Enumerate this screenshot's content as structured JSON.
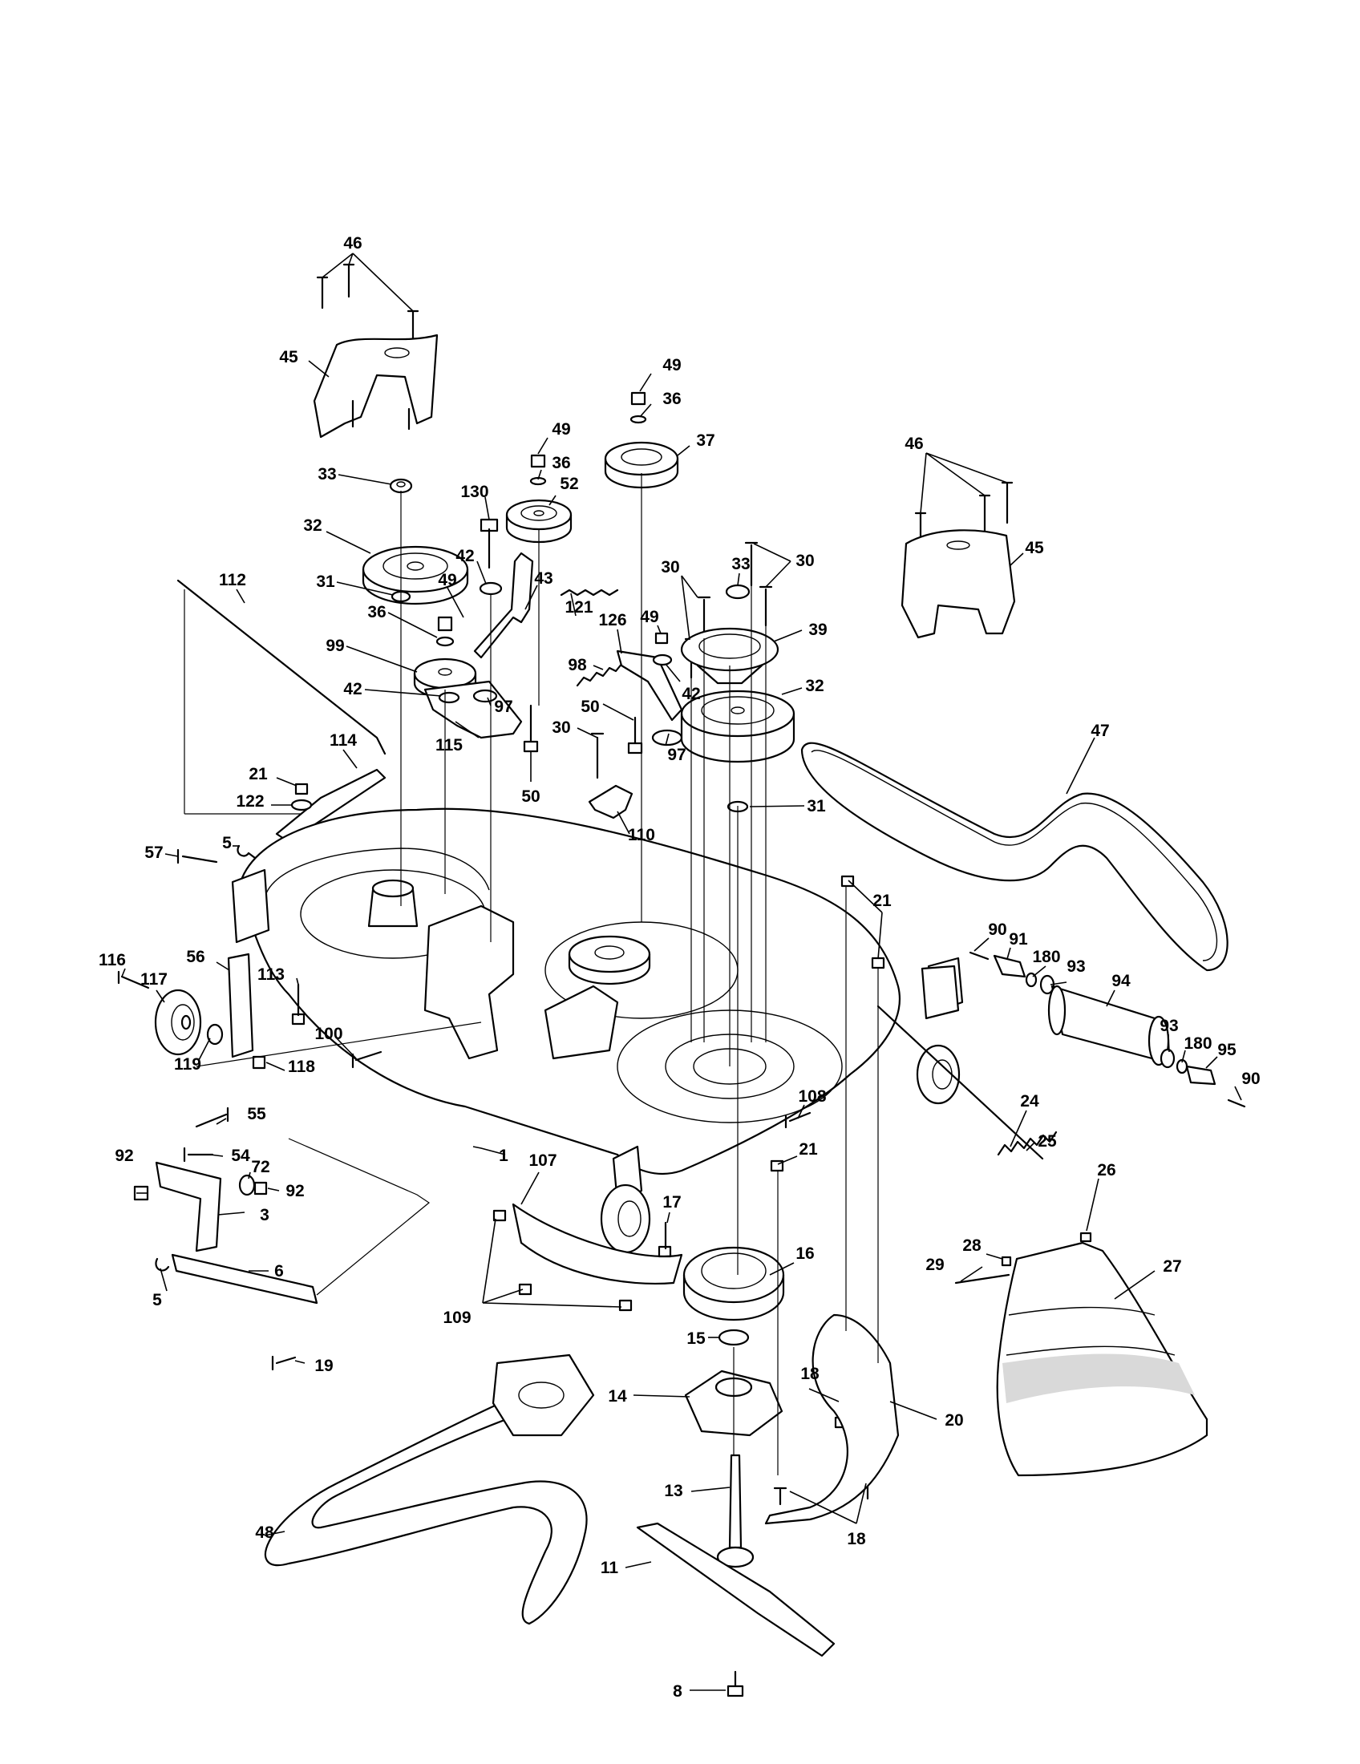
{
  "labels": [
    {
      "id": "l46a",
      "text": "46"
    },
    {
      "id": "l45a",
      "text": "45"
    },
    {
      "id": "l33a",
      "text": "33"
    },
    {
      "id": "l32a",
      "text": "32"
    },
    {
      "id": "l31a",
      "text": "31"
    },
    {
      "id": "l36a",
      "text": "36"
    },
    {
      "id": "l99",
      "text": "99"
    },
    {
      "id": "l42a",
      "text": "42"
    },
    {
      "id": "l49a",
      "text": "49"
    },
    {
      "id": "l130",
      "text": "130"
    },
    {
      "id": "l42b",
      "text": "42"
    },
    {
      "id": "l49b",
      "text": "49"
    },
    {
      "id": "l36b",
      "text": "36"
    },
    {
      "id": "l52",
      "text": "52"
    },
    {
      "id": "l43",
      "text": "43"
    },
    {
      "id": "l49c",
      "text": "49"
    },
    {
      "id": "l36c",
      "text": "36"
    },
    {
      "id": "l37",
      "text": "37"
    },
    {
      "id": "l121",
      "text": "121"
    },
    {
      "id": "l98",
      "text": "98"
    },
    {
      "id": "l97a",
      "text": "97"
    },
    {
      "id": "l115",
      "text": "115"
    },
    {
      "id": "l50a",
      "text": "50"
    },
    {
      "id": "l126",
      "text": "126"
    },
    {
      "id": "l49d",
      "text": "49"
    },
    {
      "id": "l42c",
      "text": "42"
    },
    {
      "id": "l50b",
      "text": "50"
    },
    {
      "id": "l97b",
      "text": "97"
    },
    {
      "id": "l30a",
      "text": "30"
    },
    {
      "id": "l110",
      "text": "110"
    },
    {
      "id": "l30b",
      "text": "30"
    },
    {
      "id": "l33b",
      "text": "33"
    },
    {
      "id": "l30c",
      "text": "30"
    },
    {
      "id": "l39",
      "text": "39"
    },
    {
      "id": "l32b",
      "text": "32"
    },
    {
      "id": "l31b",
      "text": "31"
    },
    {
      "id": "l46b",
      "text": "46"
    },
    {
      "id": "l45b",
      "text": "45"
    },
    {
      "id": "l47",
      "text": "47"
    },
    {
      "id": "l112",
      "text": "112"
    },
    {
      "id": "l114",
      "text": "114"
    },
    {
      "id": "l21a",
      "text": "21"
    },
    {
      "id": "l122",
      "text": "122"
    },
    {
      "id": "l5a",
      "text": "5"
    },
    {
      "id": "l57",
      "text": "57"
    },
    {
      "id": "l116",
      "text": "116"
    },
    {
      "id": "l117",
      "text": "117"
    },
    {
      "id": "l56",
      "text": "56"
    },
    {
      "id": "l113",
      "text": "113"
    },
    {
      "id": "l100",
      "text": "100"
    },
    {
      "id": "l119",
      "text": "119"
    },
    {
      "id": "l118",
      "text": "118"
    },
    {
      "id": "l21b",
      "text": "21"
    },
    {
      "id": "l90a",
      "text": "90"
    },
    {
      "id": "l91",
      "text": "91"
    },
    {
      "id": "l180a",
      "text": "180"
    },
    {
      "id": "l93a",
      "text": "93"
    },
    {
      "id": "l94",
      "text": "94"
    },
    {
      "id": "l93b",
      "text": "93"
    },
    {
      "id": "l180b",
      "text": "180"
    },
    {
      "id": "l95",
      "text": "95"
    },
    {
      "id": "l90b",
      "text": "90"
    },
    {
      "id": "l108",
      "text": "108"
    },
    {
      "id": "l55",
      "text": "55"
    },
    {
      "id": "l92a",
      "text": "92"
    },
    {
      "id": "l54",
      "text": "54"
    },
    {
      "id": "l72",
      "text": "72"
    },
    {
      "id": "l92b",
      "text": "92"
    },
    {
      "id": "l3",
      "text": "3"
    },
    {
      "id": "l1",
      "text": "1"
    },
    {
      "id": "l107",
      "text": "107"
    },
    {
      "id": "l21c",
      "text": "21"
    },
    {
      "id": "l24",
      "text": "24"
    },
    {
      "id": "l25",
      "text": "25"
    },
    {
      "id": "l26",
      "text": "26"
    },
    {
      "id": "l17",
      "text": "17"
    },
    {
      "id": "l16",
      "text": "16"
    },
    {
      "id": "l28",
      "text": "28"
    },
    {
      "id": "l29",
      "text": "29"
    },
    {
      "id": "l27",
      "text": "27"
    },
    {
      "id": "l6",
      "text": "6"
    },
    {
      "id": "l5b",
      "text": "5"
    },
    {
      "id": "l109",
      "text": "109"
    },
    {
      "id": "l15",
      "text": "15"
    },
    {
      "id": "l19",
      "text": "19"
    },
    {
      "id": "l18a",
      "text": "18"
    },
    {
      "id": "l14",
      "text": "14"
    },
    {
      "id": "l20",
      "text": "20"
    },
    {
      "id": "l13",
      "text": "13"
    },
    {
      "id": "l18b",
      "text": "18"
    },
    {
      "id": "l48",
      "text": "48"
    },
    {
      "id": "l11",
      "text": "11"
    },
    {
      "id": "l8",
      "text": "8"
    }
  ]
}
